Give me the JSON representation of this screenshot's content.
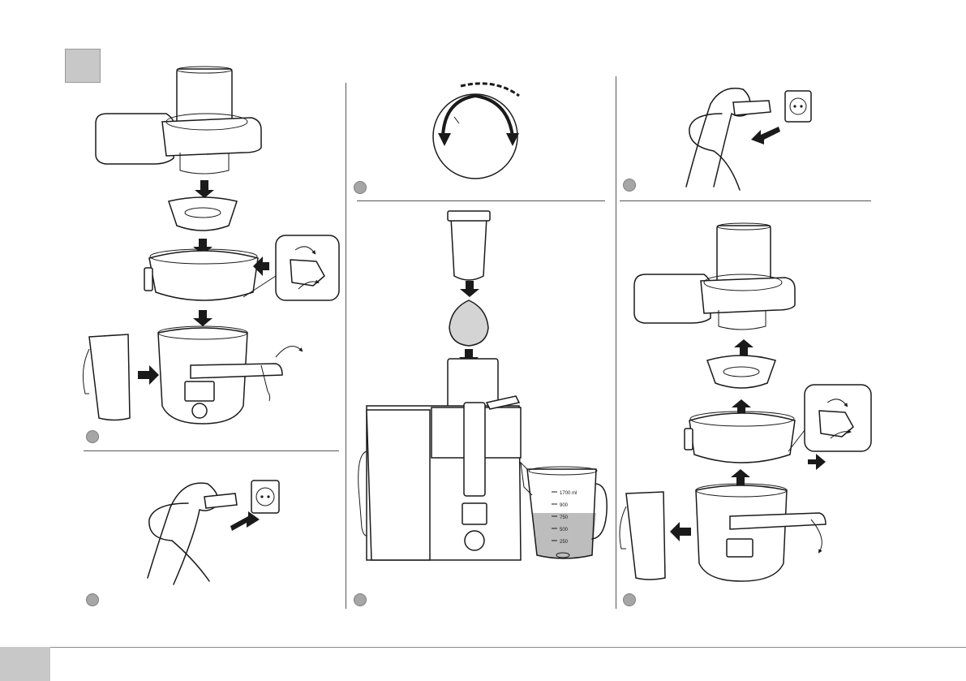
{
  "page": {
    "number": "",
    "footer_text": ""
  },
  "panels": [
    {
      "id": "assembly",
      "step_label": ""
    },
    {
      "id": "plug-in",
      "step_label": ""
    },
    {
      "id": "speed-dial",
      "step_label": ""
    },
    {
      "id": "juicing",
      "step_label": ""
    },
    {
      "id": "unplug",
      "step_label": ""
    },
    {
      "id": "disassembly",
      "step_label": ""
    }
  ],
  "jug_scale": [
    "1700 ml",
    "900",
    "750",
    "500",
    "250"
  ],
  "colors": {
    "step_marker": "#a6a6a6",
    "chapter_marker": "#c8c8c8",
    "line": "#1a1a1a",
    "juice": "#bdbdbd"
  }
}
